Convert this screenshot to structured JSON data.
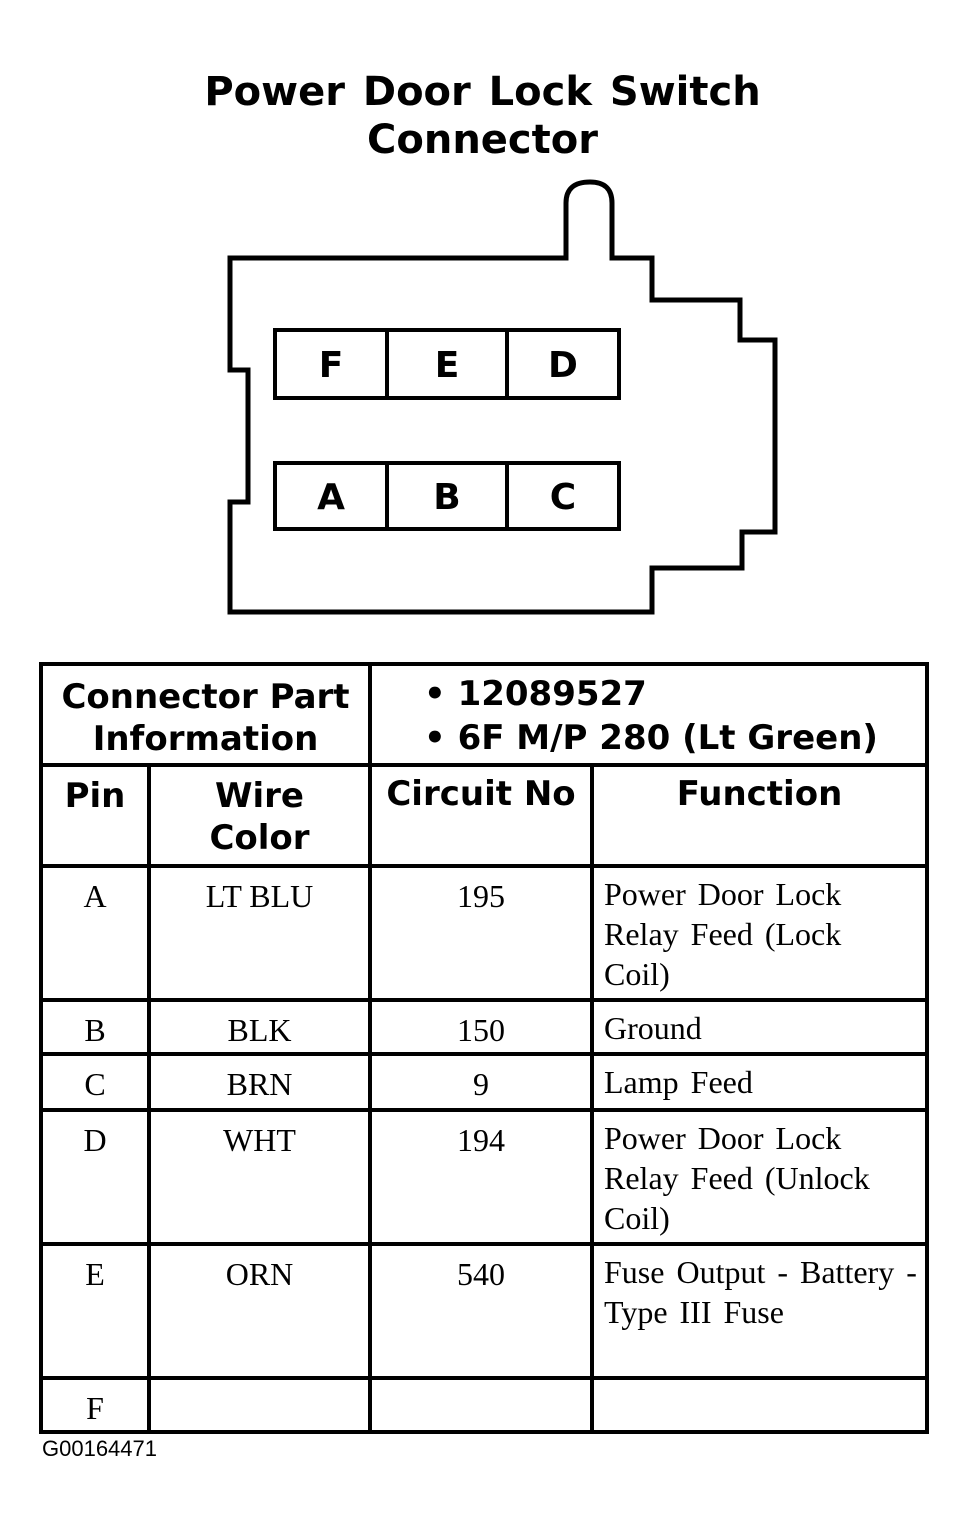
{
  "title": {
    "line1": "Power Door Lock Switch",
    "line2": "Connector"
  },
  "connector": {
    "top_row": [
      "F",
      "E",
      "D"
    ],
    "bottom_row": [
      "A",
      "B",
      "C"
    ]
  },
  "part_info": {
    "label_line1": "Connector Part",
    "label_line2": "Information",
    "items": [
      "• 12089527",
      "• 6F M/P 280 (Lt Green)"
    ]
  },
  "columns": {
    "pin": "Pin",
    "wire_color_line1": "Wire",
    "wire_color_line2": "Color",
    "circuit": "Circuit No",
    "function": "Function"
  },
  "rows": [
    {
      "pin": "A",
      "wire": "LT BLU",
      "circuit": "195",
      "function": "Power Door Lock Relay Feed (Lock Coil)"
    },
    {
      "pin": "B",
      "wire": "BLK",
      "circuit": "150",
      "function": "Ground"
    },
    {
      "pin": "C",
      "wire": "BRN",
      "circuit": "9",
      "function": "Lamp Feed"
    },
    {
      "pin": "D",
      "wire": "WHT",
      "circuit": "194",
      "function": "Power Door Lock Relay Feed (Unlock Coil)"
    },
    {
      "pin": "E",
      "wire": "ORN",
      "circuit": "540",
      "function": "Fuse Output - Battery - Type III Fuse"
    },
    {
      "pin": "F",
      "wire": "",
      "circuit": "",
      "function": ""
    }
  ],
  "figure_id": "G00164471"
}
